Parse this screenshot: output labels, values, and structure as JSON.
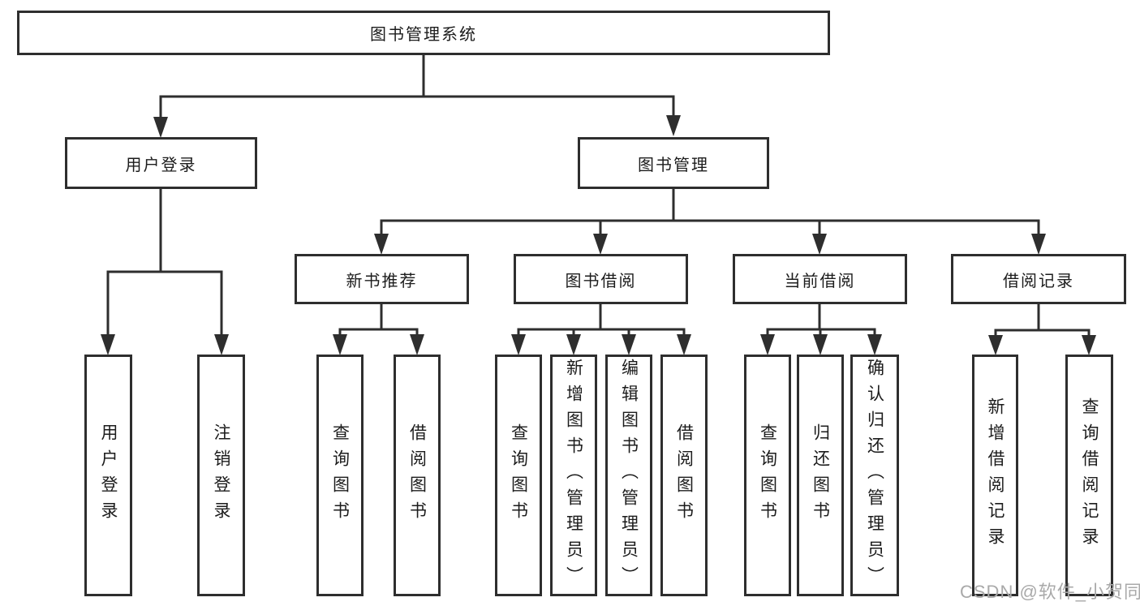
{
  "diagram": {
    "title": "图书管理系统",
    "branches": [
      {
        "label": "用户登录",
        "children": [
          {
            "label": "用户登录"
          },
          {
            "label": "注销登录"
          }
        ]
      },
      {
        "label": "图书管理",
        "sections": [
          {
            "label": "新书推荐",
            "children": [
              {
                "label": "查询图书"
              },
              {
                "label": "借阅图书"
              }
            ]
          },
          {
            "label": "图书借阅",
            "children": [
              {
                "label": "查询图书"
              },
              {
                "label": "新增图书（管理员）"
              },
              {
                "label": "编辑图书（管理员）"
              },
              {
                "label": "借阅图书"
              }
            ]
          },
          {
            "label": "当前借阅",
            "children": [
              {
                "label": "查询图书"
              },
              {
                "label": "归还图书"
              },
              {
                "label": "确认归还（管理员）"
              }
            ]
          },
          {
            "label": "借阅记录",
            "children": [
              {
                "label": "新增借阅记录"
              },
              {
                "label": "查询借阅记录"
              }
            ]
          }
        ]
      }
    ]
  },
  "watermark": {
    "text": "CSDN @软件_小贺同学"
  },
  "colors": {
    "line": "#2e2e2e",
    "box_border": "#2e2e2e",
    "text": "#1c1c1c",
    "watermark": "#a9a9a9",
    "background": "#ffffff"
  }
}
